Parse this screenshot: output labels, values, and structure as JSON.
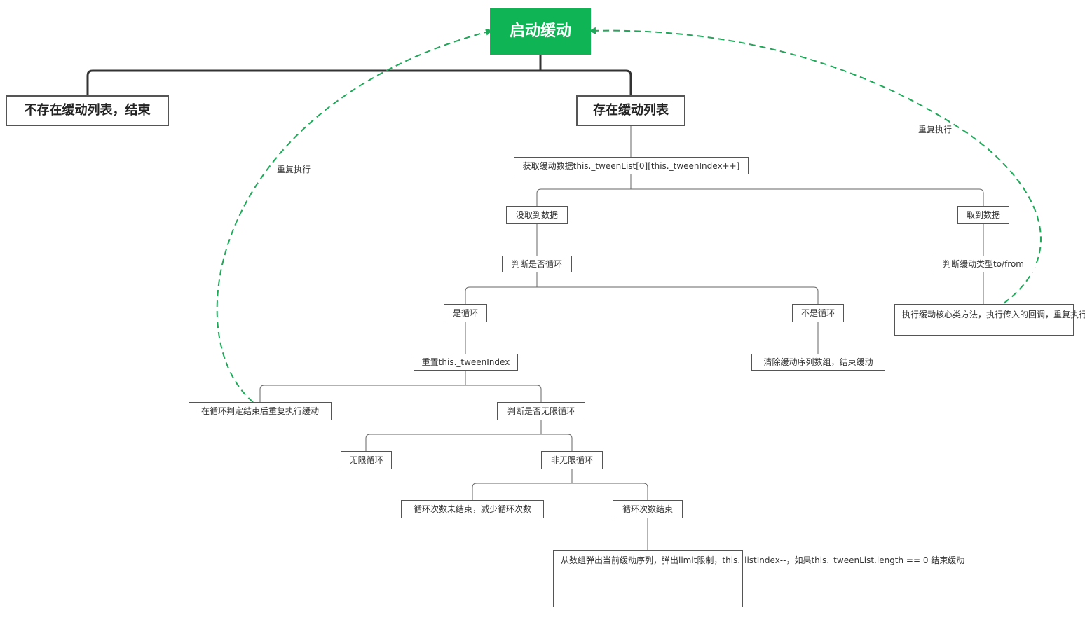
{
  "colors": {
    "root": "#0fb454",
    "loop_arrow": "#1fa85a",
    "line": "#555555"
  },
  "root": "启动缓动",
  "level1": {
    "no_list": "不存在缓动列表，结束",
    "has_list": "存在缓动列表"
  },
  "nodes": {
    "get_data": "获取缓动数据this._tweenList[0][this._tweenIndex++]",
    "no_data": "没取到数据",
    "got_data": "取到数据",
    "check_loop": "判断是否循环",
    "is_loop": "是循环",
    "not_loop": "不是循环",
    "clear_list": "清除缓动序列数组，结束缓动",
    "reset_index": "重置this._tweenIndex",
    "repeat_after_loop": "在循环判定结束后重复执行缓动",
    "check_infinite": "判断是否无限循环",
    "infinite": "无限循环",
    "not_infinite": "非无限循环",
    "count_not_done": "循环次数未结束，减少循环次数",
    "count_done": "循环次数结束",
    "check_type": "判断缓动类型to/from",
    "exec_core": [
      "执行缓动核心类方法，执行传入的回调，",
      "重复执行缓动"
    ],
    "pop_sequence": [
      "从数组弹出当前缓动序列，",
      "弹出limit限制，",
      "this._listIndex--，",
      "如果this._tweenList.length == 0 结束缓动"
    ]
  },
  "edge_labels": {
    "left_repeat": "重复执行",
    "right_repeat": "重复执行"
  }
}
